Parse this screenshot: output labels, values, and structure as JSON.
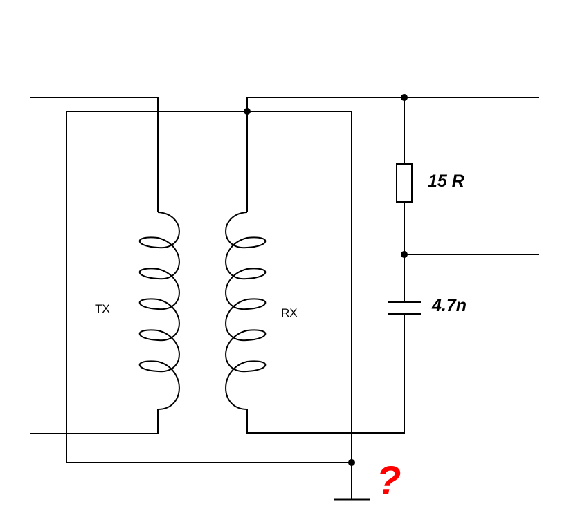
{
  "diagram": {
    "labels": {
      "tx": "TX",
      "rx": "RX",
      "resistor": "15 R",
      "capacitor": "4.7n",
      "question": "?"
    },
    "colors": {
      "line": "#000000",
      "background": "#ffffff",
      "question": "#ff0000"
    }
  }
}
